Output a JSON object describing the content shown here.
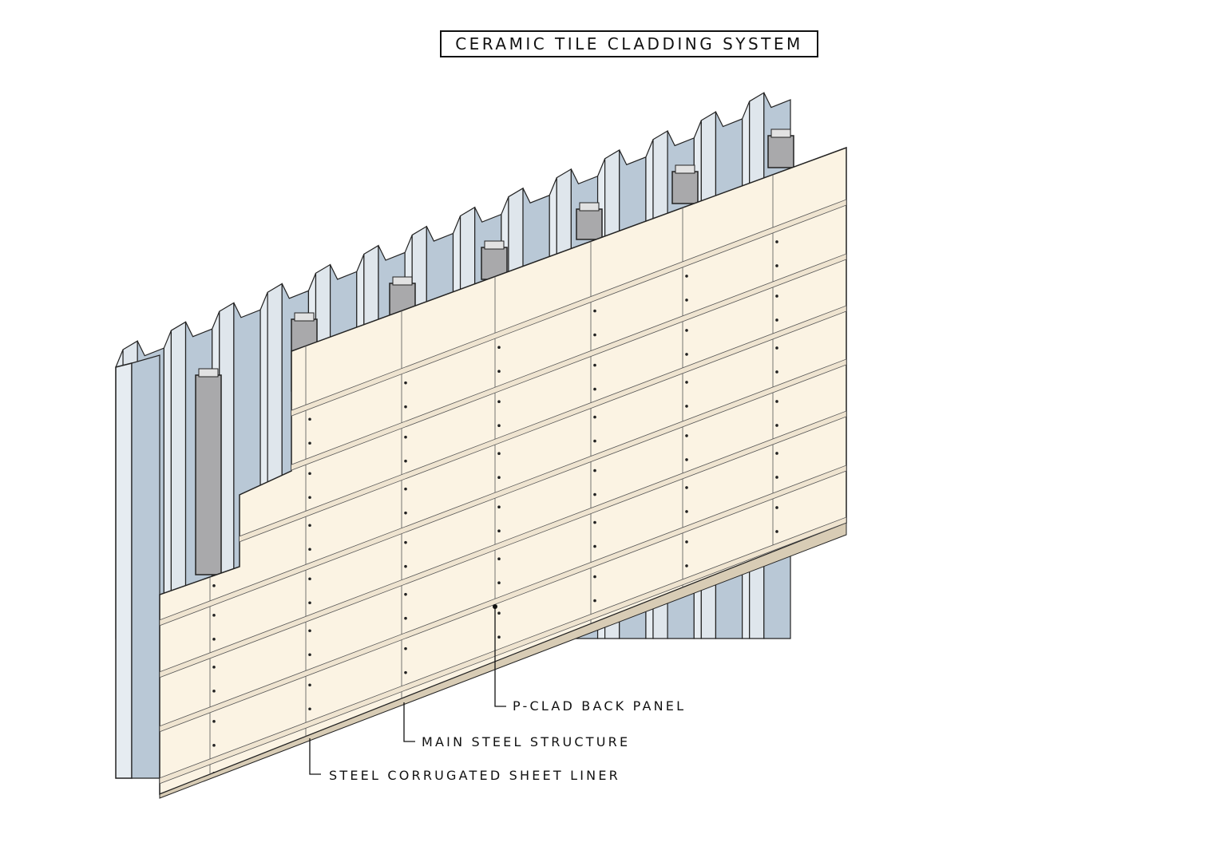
{
  "title": "CERAMIC TILE CLADDING SYSTEM",
  "labels": {
    "pclad": "P-CLAD BACK PANEL",
    "main_steel": "MAIN STEEL STRUCTURE",
    "liner": "STEEL CORRUGATED SHEET LINER"
  },
  "colors": {
    "liner": "#b9c8d6",
    "liner_light": "#e6ecf1",
    "steel": "#a9a9ab",
    "tile": "#fbf3e3",
    "rail": "#efe4d0",
    "outline": "#222222"
  }
}
